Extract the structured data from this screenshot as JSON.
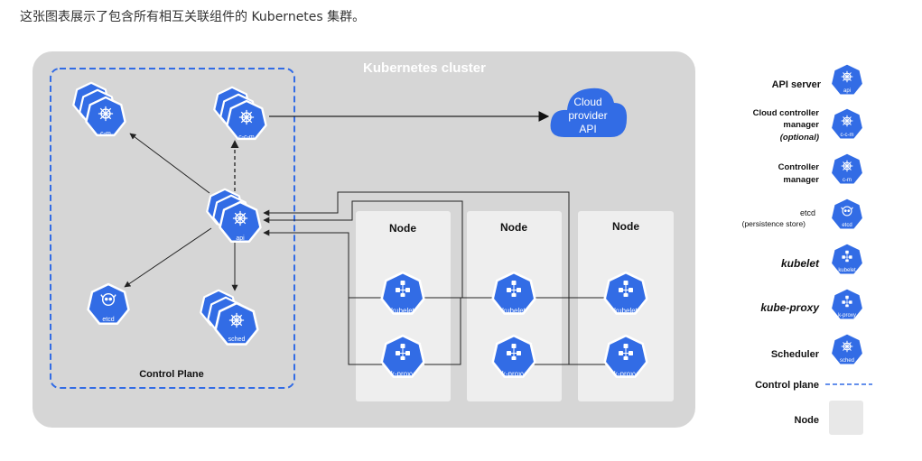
{
  "caption": "这张图表展示了包含所有相互关联组件的 Kubernetes 集群。",
  "diagram": {
    "cluster_title": "Kubernetes cluster",
    "control_plane_label": "Control Plane",
    "cloud_label_lines": [
      "Cloud",
      "provider",
      "API"
    ],
    "node_title": "Node",
    "nodes": [
      "Node",
      "Node",
      "Node"
    ],
    "icon_labels": {
      "cm": "c-m",
      "ccm": "c-c-m",
      "api": "api",
      "etcd": "etcd",
      "sched": "sched",
      "kubelet": "kubelet",
      "kproxy": "k-proxy"
    }
  },
  "legend": {
    "api_server": "API server",
    "ccm_line1": "Cloud controller",
    "ccm_line2": "manager",
    "ccm_line3": "(optional)",
    "cm_line1": "Controller",
    "cm_line2": "manager",
    "etcd_line1": "etcd",
    "etcd_line2": "(persistence store)",
    "kubelet": "kubelet",
    "kube_proxy": "kube-proxy",
    "scheduler": "Scheduler",
    "control_plane": "Control plane",
    "node": "Node"
  },
  "colors": {
    "k8s_blue": "#326ce5",
    "cluster_bg": "#d6d6d6",
    "node_bg": "#eeeeee",
    "control_plane_border": "#326ce5"
  }
}
